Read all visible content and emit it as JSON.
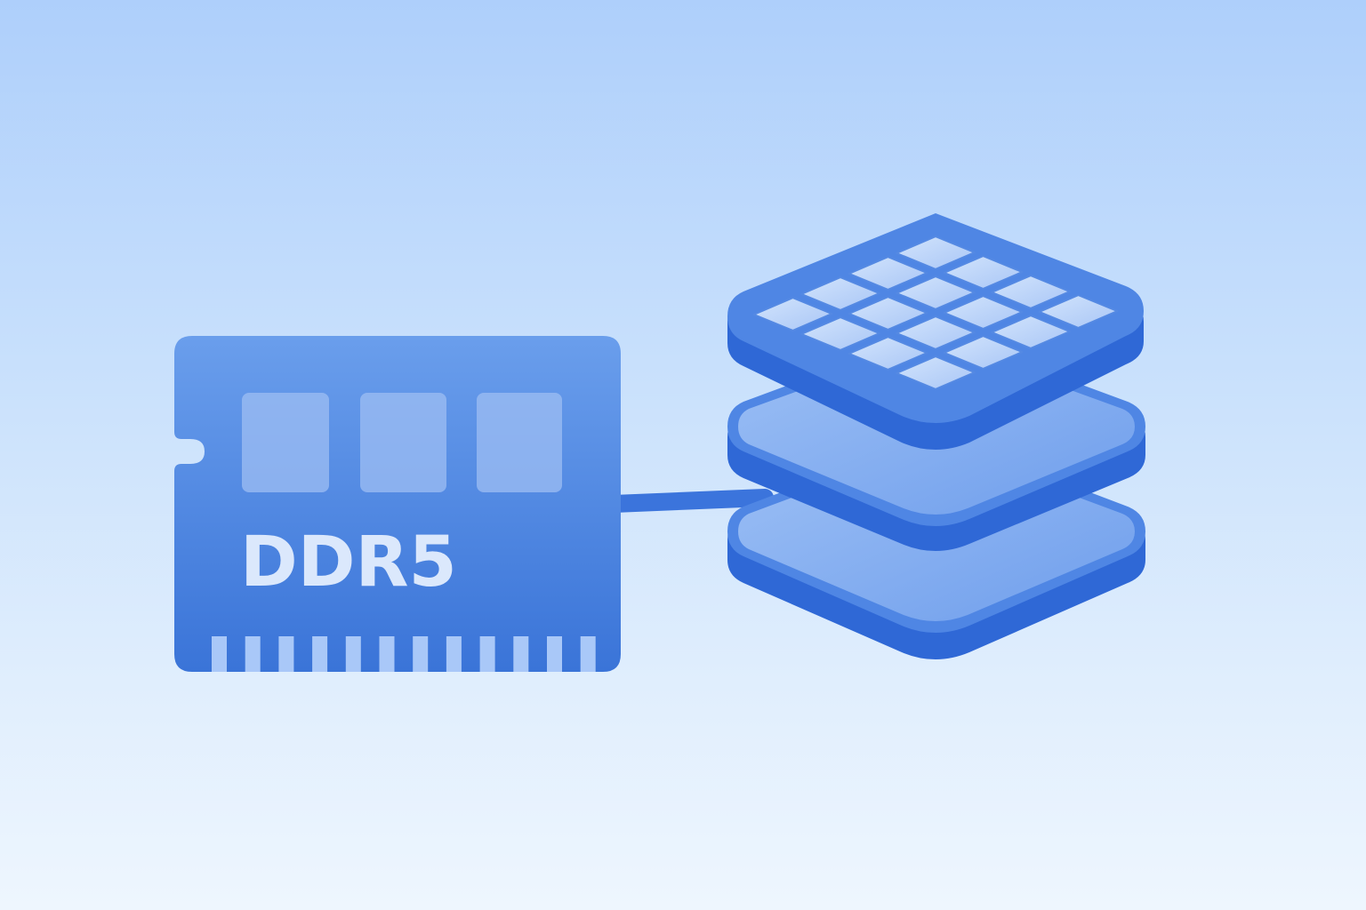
{
  "memory_module": {
    "label": "DDR5",
    "chip_count": 3,
    "pin_count": 12
  },
  "memory_stack": {
    "layer_count": 3,
    "top_layer_grid": "4x4"
  },
  "colors": {
    "background_top": "#aecffb",
    "background_bottom": "#eef6fe",
    "module_top": "#6a9eec",
    "module_bottom": "#3a74d8",
    "chip": "#9dbef3",
    "label": "#dbe8fc",
    "pin": "#a9c8f8",
    "connector": "#3b74dc",
    "layer_face": "#86b1f1",
    "layer_edge": "#2f68d6",
    "grid_line": "#5489e3",
    "grid_cell": "#c2d9fb"
  }
}
